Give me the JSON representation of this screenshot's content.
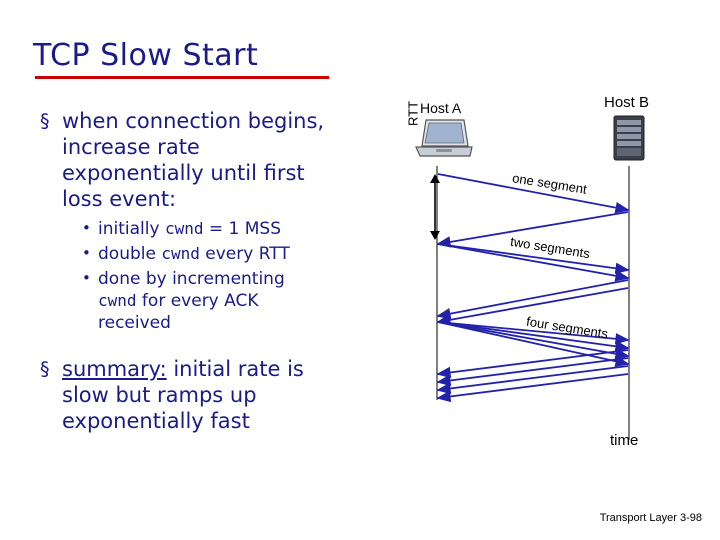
{
  "slide": {
    "title": "TCP Slow Start",
    "footer": "Transport Layer 3-98"
  },
  "content": {
    "bullet_marker": "§",
    "sub_marker": "•",
    "main_bullet_1": {
      "line1": "when connection begins,",
      "line2": "increase rate",
      "line3": "exponentially until first",
      "line4": "loss event:"
    },
    "sub_bullets": [
      {
        "pre": "initially ",
        "code": "cwnd",
        "post": " = 1 MSS"
      },
      {
        "pre": "double ",
        "code": "cwnd",
        "post": " every RTT"
      },
      {
        "pre": "done by incrementing",
        "code": "cwnd",
        "post": " for every ACK",
        "line3": "received"
      }
    ],
    "main_bullet_2": {
      "lead": "summary:",
      "rest": " initial rate is",
      "line2": "slow but ramps up",
      "line3": "exponentially fast"
    }
  },
  "diagram": {
    "host_a": "Host A",
    "host_b": "Host B",
    "rtt": "RTT",
    "time": "time",
    "segment_labels": [
      "one segment",
      "two segments",
      "four segments"
    ],
    "icons": {
      "laptop": "laptop-icon",
      "server": "server-icon"
    },
    "colors": {
      "arrow": "#2222aa",
      "title": "#1a1a8c",
      "underline": "#cc0000"
    }
  }
}
